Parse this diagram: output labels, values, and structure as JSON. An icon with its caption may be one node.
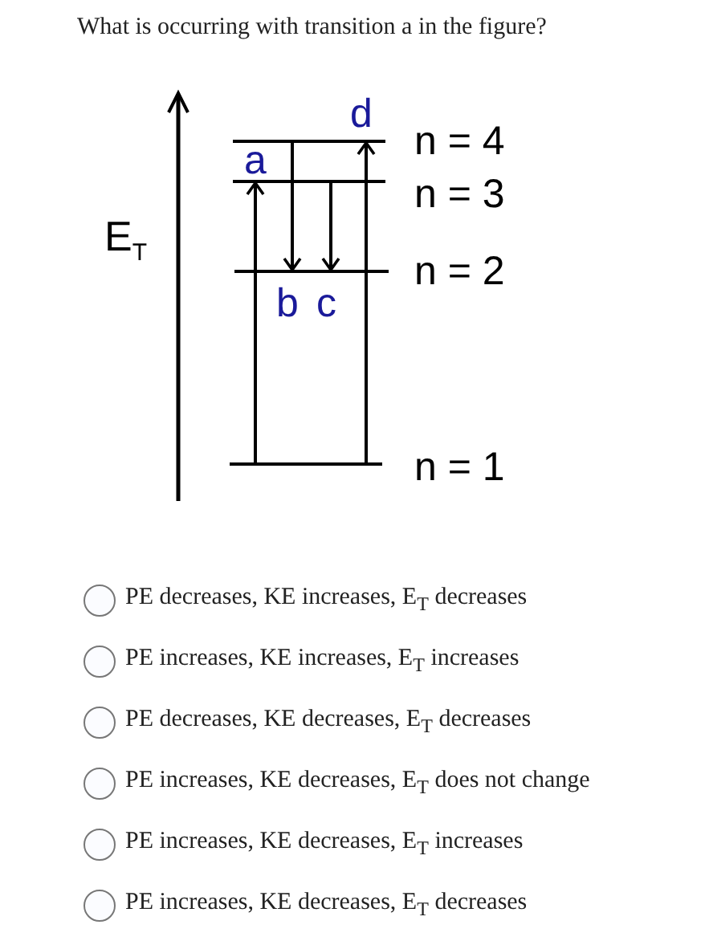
{
  "diagram": {
    "title": "What is occurring with transition a in the figure?",
    "nodes": [
      {
        "text": [
          "n = 4"
        ]
      },
      {
        "text": [
          "n = 3"
        ]
      },
      {
        "text": [
          "n = 2"
        ]
      },
      {
        "text": [
          "n = 1"
        ]
      }
    ],
    "edges": [
      {
        "from": 3,
        "to": 1,
        "arrow": "to",
        "label": "a"
      },
      {
        "from": 0,
        "to": 2,
        "arrow": "to",
        "label": "b"
      },
      {
        "from": 1,
        "to": 2,
        "arrow": "to",
        "label": "c"
      },
      {
        "from": 3,
        "to": 0,
        "arrow": "to",
        "label": "d"
      }
    ],
    "labels": [
      "E$_{T}$",
      "PE decreases, KE increases, E$_{T}$ decreases",
      "PE increases, KE increases, E$_{T}$ increases",
      "PE decreases, KE decreases, E$_{T}$ decreases",
      "PE increases, KE decreases, E$_{T}$ does not change",
      "PE increases, KE decreases, E$_{T}$ increases",
      "PE increases, KE decreases, E$_{T}$ decreases"
    ]
  }
}
